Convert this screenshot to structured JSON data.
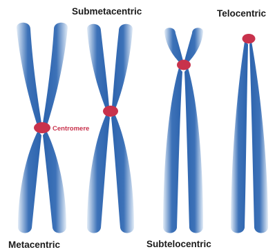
{
  "labels": {
    "metacentric": "Metacentric",
    "submetacentric": "Submetacentric",
    "subtelocentric": "Subtelocentric",
    "telocentric": "Telocentric",
    "centromere": "Centromere"
  },
  "colors": {
    "chromatid": "#2c63ad",
    "chromatid_dark": "#1f4f92",
    "chromatid_light": "#dce8f5",
    "centromere": "#c8324c",
    "centromere_label": "#c8324c",
    "text": "#1a1a1a"
  }
}
